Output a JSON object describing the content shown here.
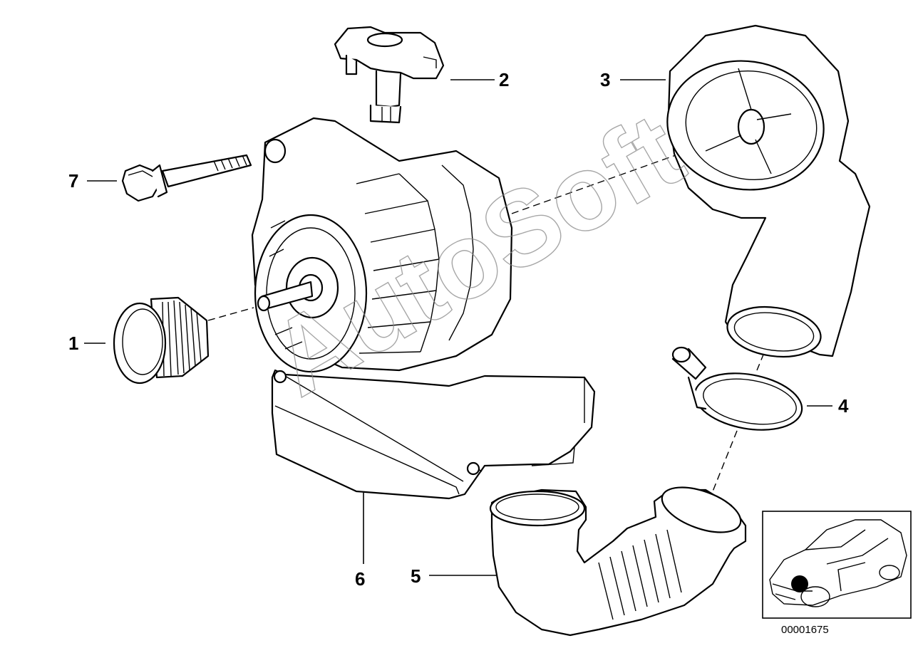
{
  "diagram": {
    "catalog_number": "00001675",
    "watermark": "AutoSoft",
    "callouts": [
      {
        "id": "1",
        "label": "1",
        "part": "pulley"
      },
      {
        "id": "2",
        "label": "2",
        "part": "regulator"
      },
      {
        "id": "3",
        "label": "3",
        "part": "air-duct-shroud"
      },
      {
        "id": "4",
        "label": "4",
        "part": "hose-clamp"
      },
      {
        "id": "5",
        "label": "5",
        "part": "bellows-hose"
      },
      {
        "id": "6",
        "label": "6",
        "part": "air-guide"
      },
      {
        "id": "7",
        "label": "7",
        "part": "hex-bolt"
      }
    ],
    "thumbnail": {
      "icon": "car-location-icon",
      "marker_color": "#000000"
    }
  }
}
